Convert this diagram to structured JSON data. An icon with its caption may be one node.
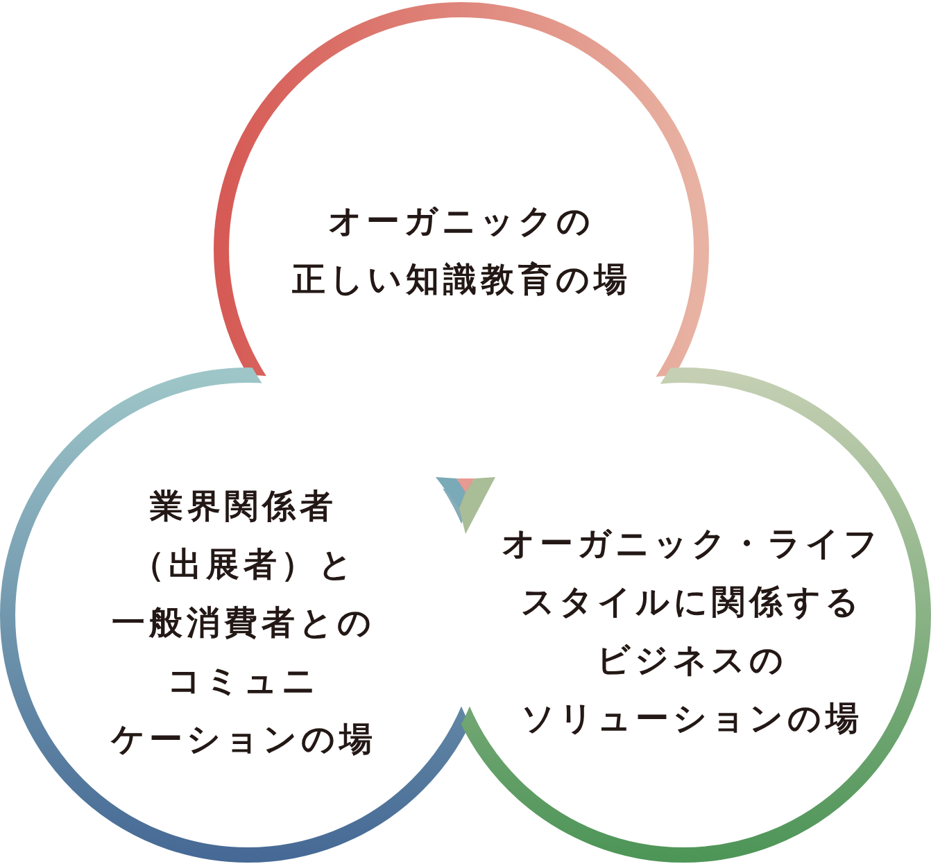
{
  "diagram": {
    "nodes": [
      {
        "text": [
          "オーガニックの正しい知識教育の場"
        ]
      },
      {
        "text": [
          "業界関係者（出展者）と一般消費者とのコミュニケーションの場"
        ]
      },
      {
        "text": [
          "オーガニック・ライフスタイルに関係するビジネスのソリューションの場"
        ]
      }
    ]
  }
}
